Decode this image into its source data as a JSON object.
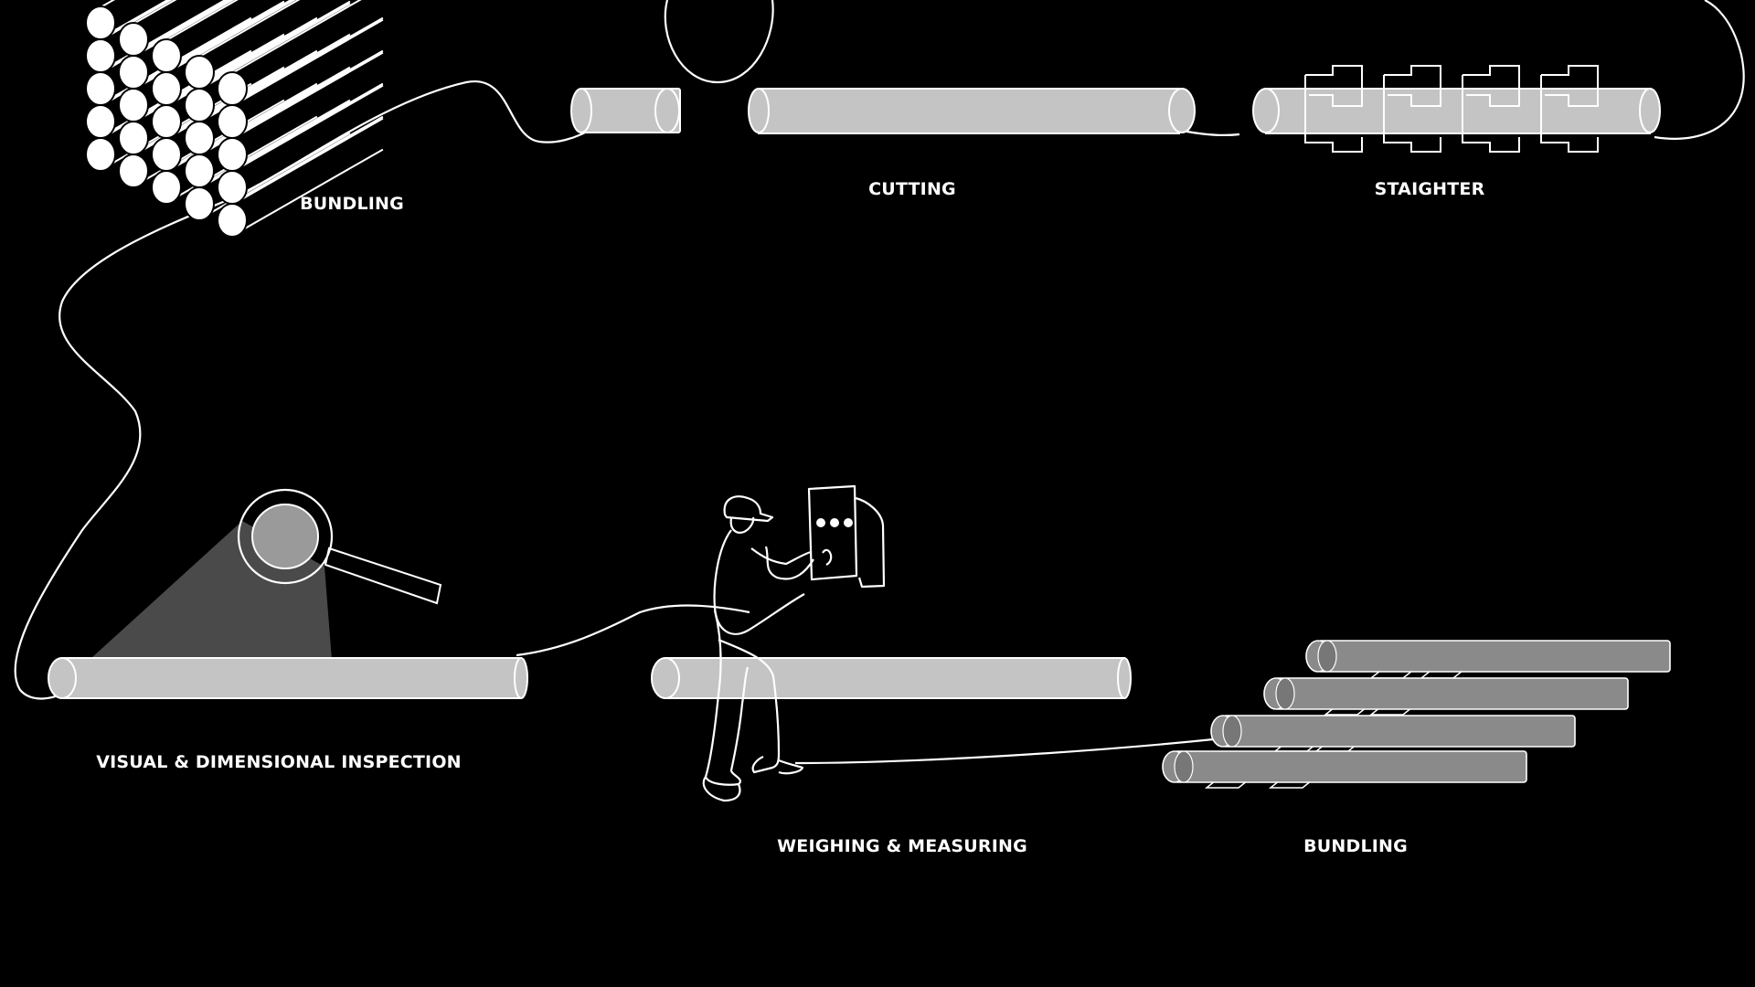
{
  "diagram": {
    "background": "#000000",
    "line_color": "#ffffff",
    "pipe_fill": "#c4c4c4",
    "dark_pipe_fill": "#8a8a8a",
    "labels": {
      "bundling_top": "BUNDLING",
      "cutting": "CUTTING",
      "straighter": "STAIGHTER",
      "inspection": "VISUAL & DIMENSIONAL INSPECTION",
      "weighing": "WEIGHING & MEASURING",
      "bundling_bottom": "BUNDLING"
    },
    "icons": {
      "bundle_stack": "pipe-bundle-stack-icon",
      "magnifier": "magnifying-glass-icon",
      "worker": "worker-with-tablet-icon",
      "final_bundle": "stacked-pipes-icon"
    }
  }
}
